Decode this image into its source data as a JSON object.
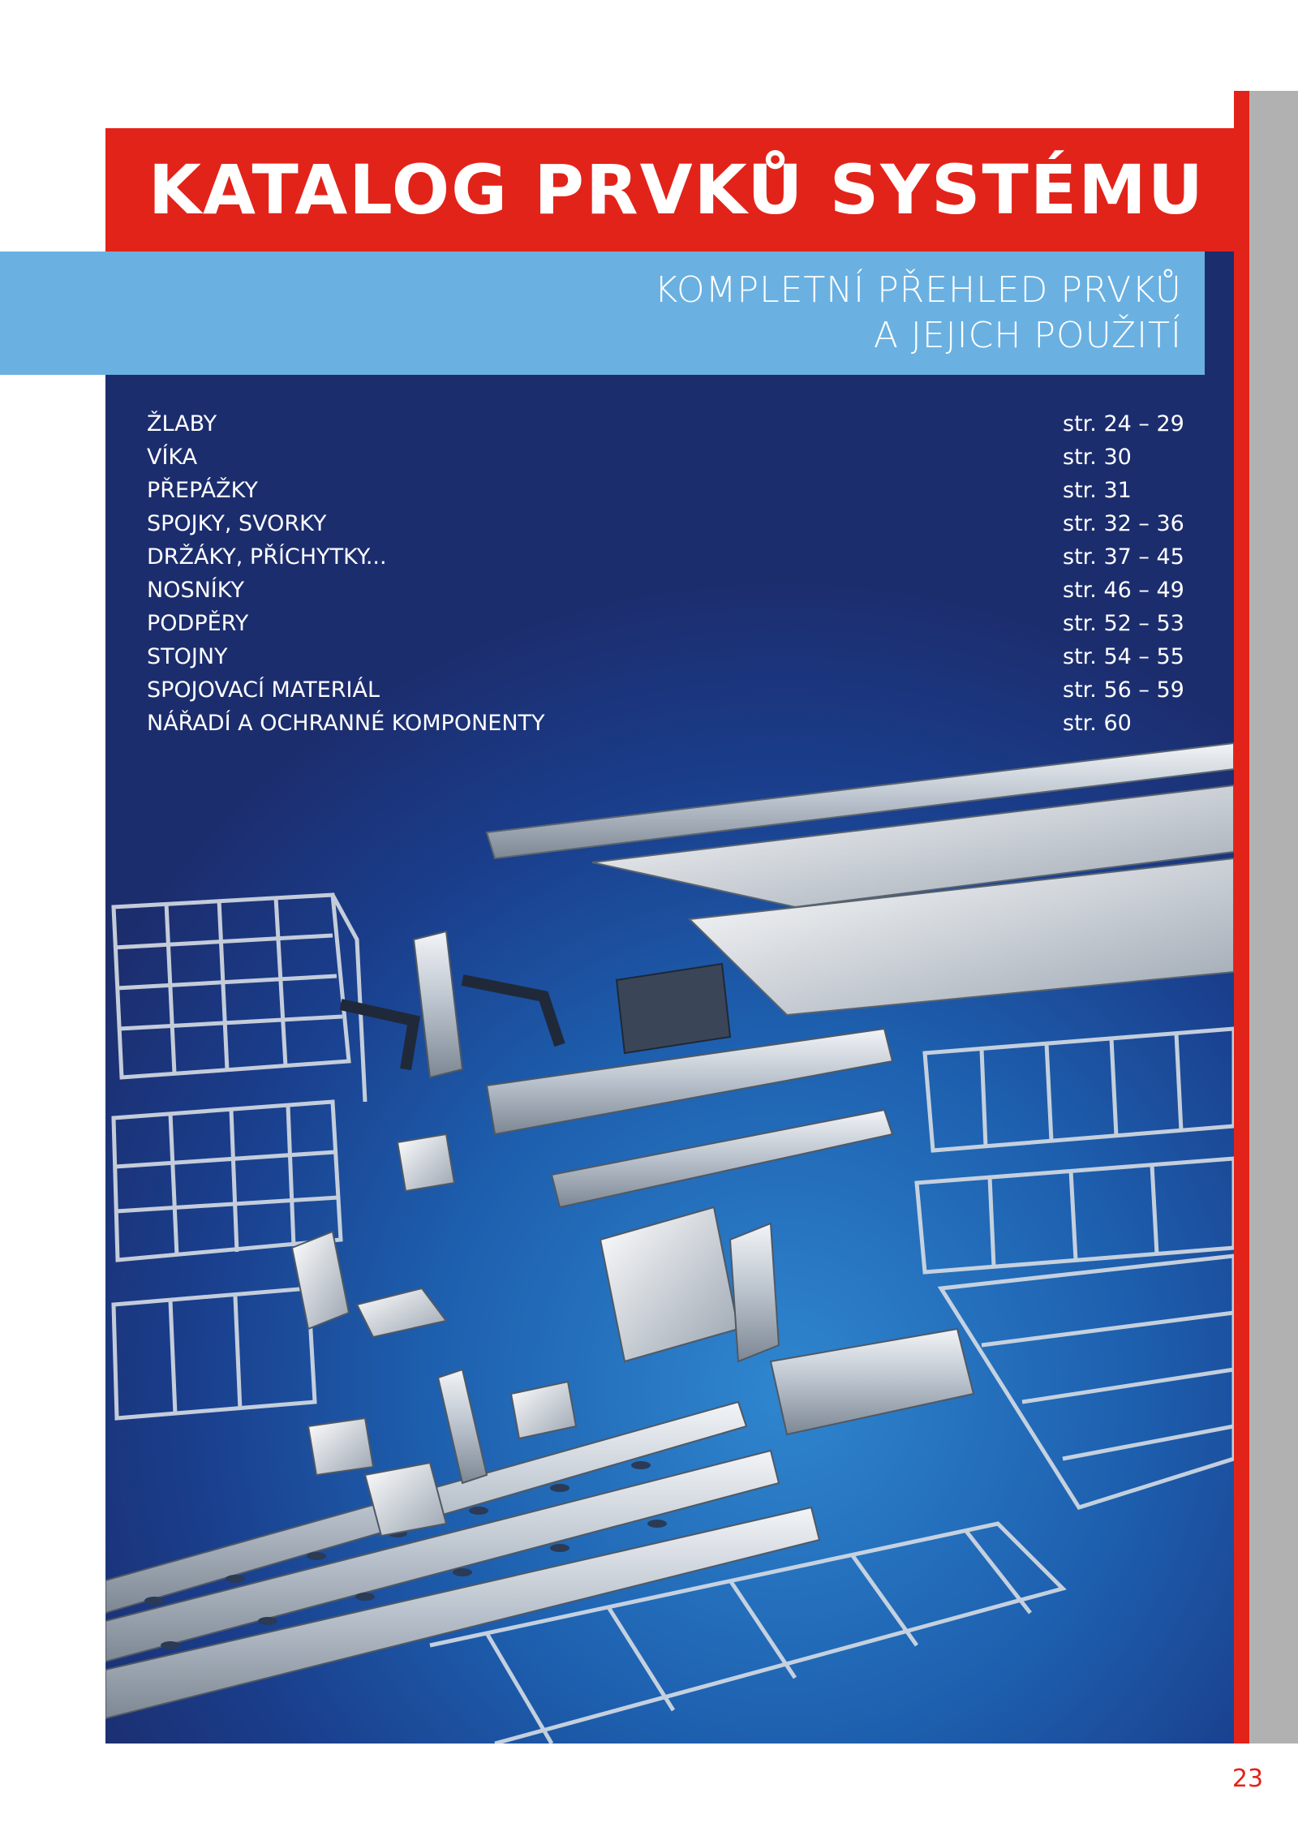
{
  "header": {
    "title": "KATALOG PRVKŮ SYSTÉMU",
    "subtitle_line1": "KOMPLETNÍ PŘEHLED PRVKŮ",
    "subtitle_line2": "A JEJICH POUŽITÍ"
  },
  "toc": {
    "items": [
      {
        "label": "ŽLABY",
        "pages": "str. 24 – 29"
      },
      {
        "label": "VÍKA",
        "pages": "str. 30"
      },
      {
        "label": "PŘEPÁŽKY",
        "pages": "str. 31"
      },
      {
        "label": "SPOJKY, SVORKY",
        "pages": "str. 32 – 36"
      },
      {
        "label": "DRŽÁKY, PŘÍCHYTKY...",
        "pages": "str. 37 – 45"
      },
      {
        "label": "NOSNÍKY",
        "pages": "str. 46 – 49"
      },
      {
        "label": "PODPĚRY",
        "pages": "str. 52 – 53"
      },
      {
        "label": "STOJNY",
        "pages": "str. 54 – 55"
      },
      {
        "label": "SPOJOVACÍ MATERIÁL",
        "pages": "str. 56 – 59"
      },
      {
        "label": "NÁŘADÍ A OCHRANNÉ KOMPONENTY",
        "pages": "str. 60"
      }
    ]
  },
  "footer": {
    "page_number": "23"
  },
  "colors": {
    "accent_red": "#e2231a",
    "light_blue": "#6ab1e2",
    "side_gray": "#b1b1b1"
  }
}
